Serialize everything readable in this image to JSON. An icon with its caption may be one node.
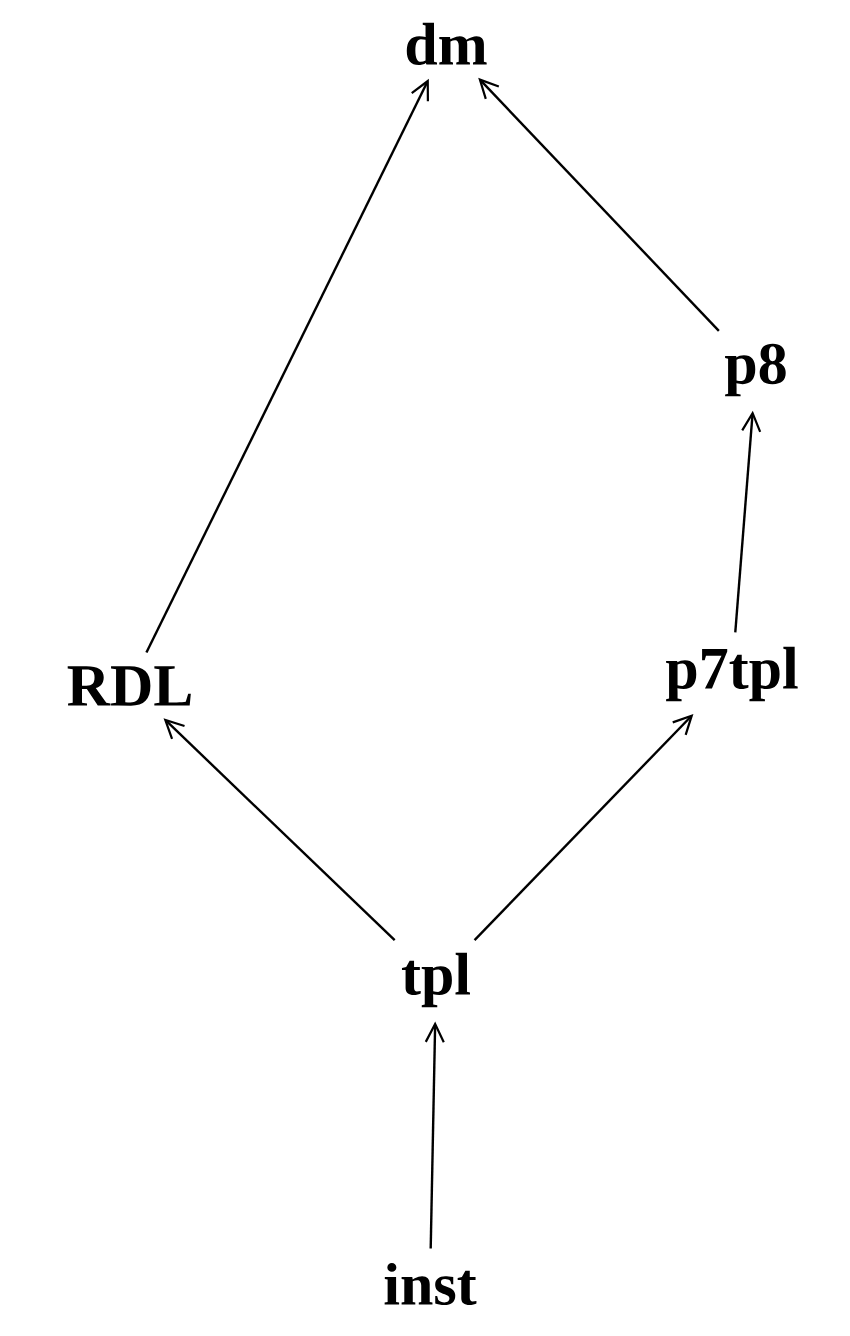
{
  "diagram": {
    "nodes": [
      {
        "text": [
          "dm"
        ]
      },
      {
        "text": [
          "p8"
        ]
      },
      {
        "text": [
          "RDL"
        ]
      },
      {
        "text": [
          "p7tpl"
        ]
      },
      {
        "text": [
          "tpl"
        ]
      },
      {
        "text": [
          "inst"
        ]
      }
    ],
    "edges": [
      {
        "from": 2,
        "to": 0,
        "arrow": "to"
      },
      {
        "from": 1,
        "to": 0,
        "arrow": "to"
      },
      {
        "from": 3,
        "to": 1,
        "arrow": "to"
      },
      {
        "from": 4,
        "to": 2,
        "arrow": "to"
      },
      {
        "from": 4,
        "to": 3,
        "arrow": "to"
      },
      {
        "from": 5,
        "to": 4,
        "arrow": "to"
      }
    ]
  }
}
